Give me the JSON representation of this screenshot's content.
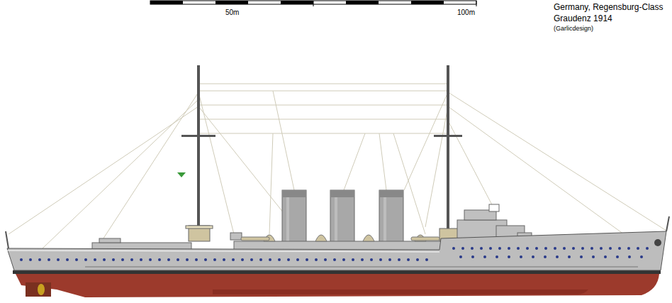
{
  "diagram": {
    "labels": [
      "50m",
      "100m",
      "Germany, Regensburg-Class",
      "Graudenz 1914",
      "(Garlicdesign)"
    ]
  }
}
